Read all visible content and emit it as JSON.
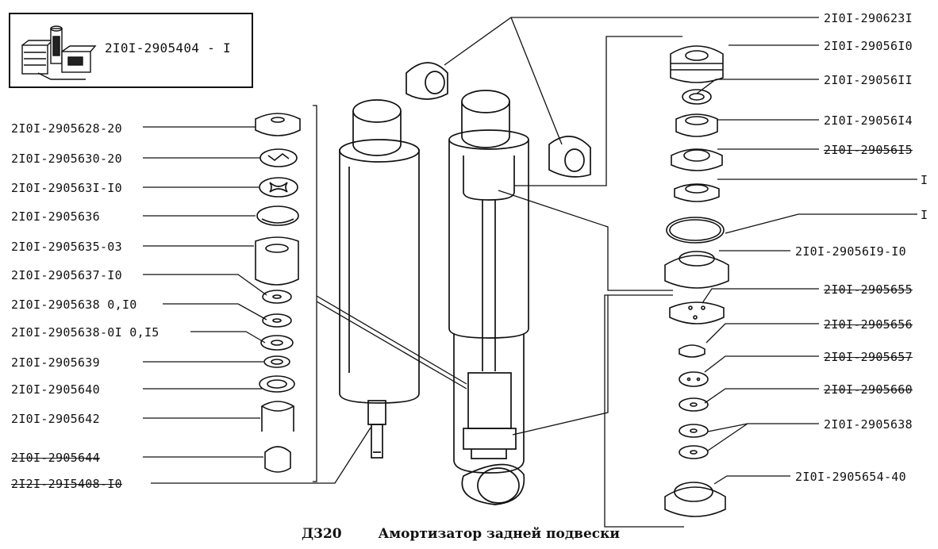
{
  "caption": {
    "code": "Д320",
    "title": "Амортизатор задней подвески"
  },
  "kit": {
    "part": "2I0I-2905404 - I"
  },
  "left_labels": [
    {
      "text": "2I0I-2905628-20"
    },
    {
      "text": "2I0I-2905630-20"
    },
    {
      "text": "2I0I-290563I-I0"
    },
    {
      "text": "2I0I-2905636"
    },
    {
      "text": "2I0I-2905635-03"
    },
    {
      "text": "2I0I-2905637-I0"
    },
    {
      "text": "2I0I-2905638 0,I0"
    },
    {
      "text": "2I0I-2905638-0I 0,I5"
    },
    {
      "text": "2I0I-2905639"
    },
    {
      "text": "2I0I-2905640"
    },
    {
      "text": "2I0I-2905642"
    },
    {
      "text": "2I0I-2905644"
    },
    {
      "text": "2I2I-29I5408-I0"
    }
  ],
  "right_labels": [
    {
      "text": "2I0I-290623I"
    },
    {
      "text": "2I0I-29056I0"
    },
    {
      "text": "2I0I-29056II"
    },
    {
      "text": "2I0I-29056I4"
    },
    {
      "text": "2I0I-29056I5"
    },
    {
      "text": "I"
    },
    {
      "text": "I"
    },
    {
      "text": "2I0I-29056I9-I0"
    },
    {
      "text": "2I0I-2905655"
    },
    {
      "text": "2I0I-2905656"
    },
    {
      "text": "2I0I-2905657"
    },
    {
      "text": "2I0I-2905660"
    },
    {
      "text": "2I0I-2905638"
    },
    {
      "text": "2I0I-2905654-40"
    }
  ]
}
